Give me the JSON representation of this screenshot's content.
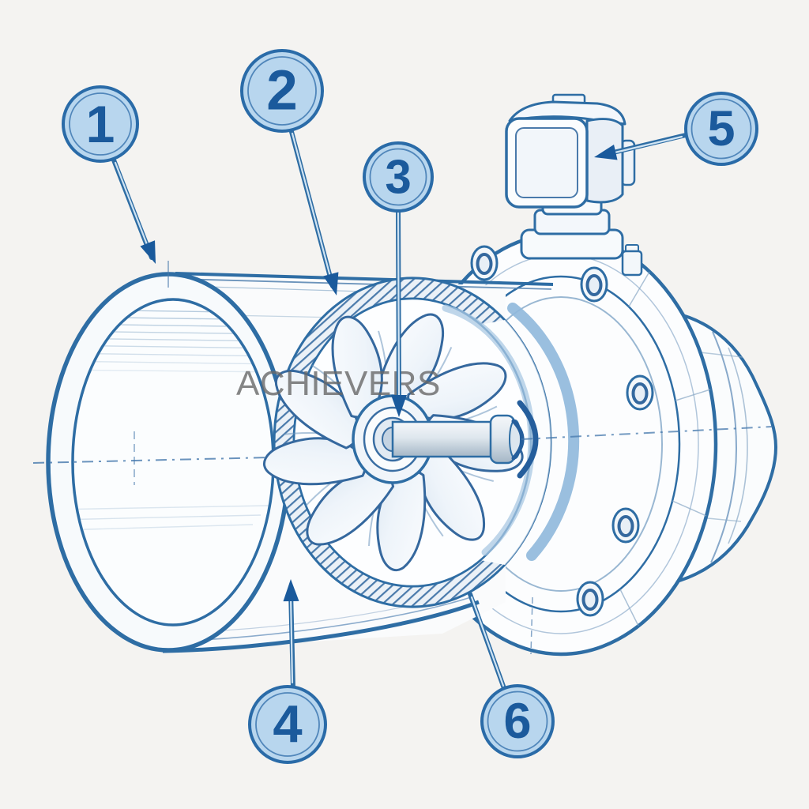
{
  "watermark": "ACHIEVERS",
  "callouts": [
    {
      "number": "1"
    },
    {
      "number": "2"
    },
    {
      "number": "3"
    },
    {
      "number": "4"
    },
    {
      "number": "5"
    },
    {
      "number": "6"
    }
  ],
  "colors": {
    "background": "#f4f3f1",
    "line_blue": "#2e6da4",
    "dark_blue": "#1b5a9c",
    "callout_fill": "#b8d6ee",
    "callout_border": "#2a6ba8",
    "bore_band_blue": "#8fb8dc",
    "hatch_blue": "#4a7aab",
    "watermark_gray": "#686868"
  }
}
